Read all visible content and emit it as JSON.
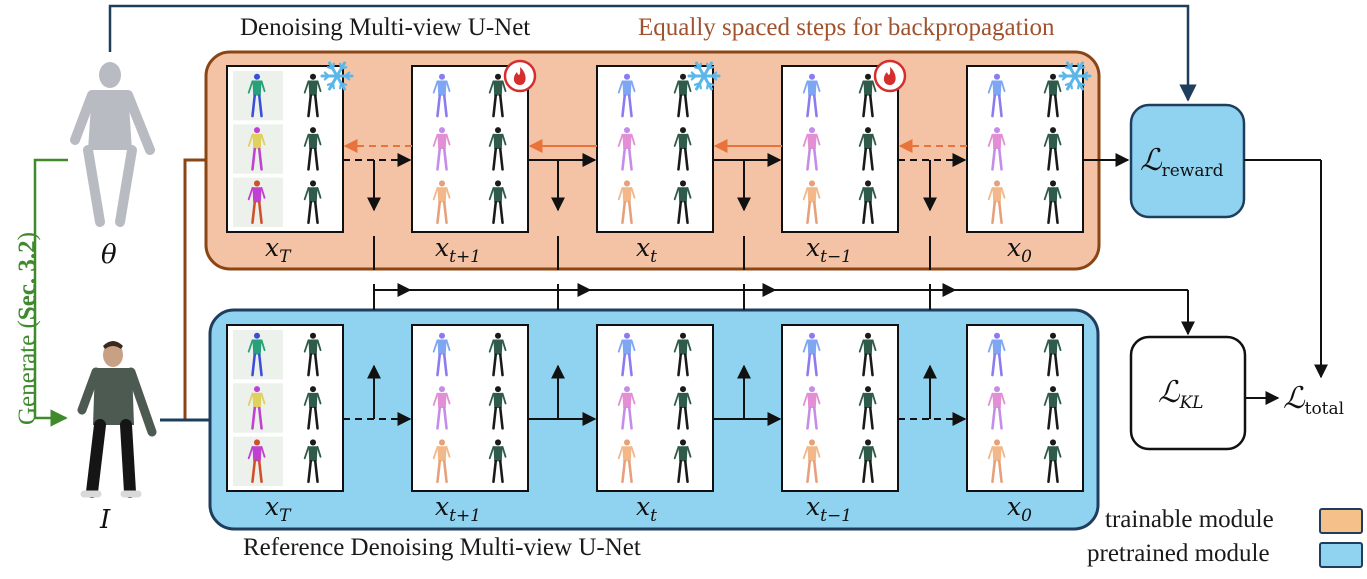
{
  "titles": {
    "top_unet": "Denoising Multi-view U-Net",
    "backprop_note": "Equally spaced steps for backpropagation",
    "bottom_unet": "Reference Denoising Multi-view U-Net"
  },
  "generate": {
    "prefix": "Generate (",
    "ref": "Sec. 3.2",
    "suffix": ")"
  },
  "inputs": {
    "pose_symbol": "θ",
    "image_symbol": "I"
  },
  "steps": [
    {
      "base": "x",
      "sub": "T"
    },
    {
      "base": "x",
      "sub": "t+1"
    },
    {
      "base": "x",
      "sub": "t"
    },
    {
      "base": "x",
      "sub": "t−1"
    },
    {
      "base": "x",
      "sub": "0"
    }
  ],
  "top_step_states": [
    "frozen",
    "trainable",
    "frozen",
    "trainable",
    "frozen"
  ],
  "losses": {
    "reward": {
      "base": "ℒ",
      "sub": "reward"
    },
    "kl": {
      "base": "ℒ",
      "sub": "KL"
    },
    "total": {
      "base": "ℒ",
      "sub": "total"
    }
  },
  "legend": {
    "trainable": "trainable module",
    "pretrained": "pretrained module"
  },
  "colors": {
    "trainable_fill": "#f4c3a6",
    "trainable_border": "#8b4513",
    "pretrained_fill": "#8fd3f0",
    "pretrained_border": "#1f3d5c",
    "reward_box": "#8fd3f0",
    "generate_green": "#3f8a2c",
    "backprop_orange": "#e8743b",
    "snowflake": "#5bb7e8",
    "fire": "#d62d2d"
  },
  "icons": [
    "snowflake-icon",
    "fire-icon",
    "human-mesh-icon",
    "person-photo-icon"
  ]
}
